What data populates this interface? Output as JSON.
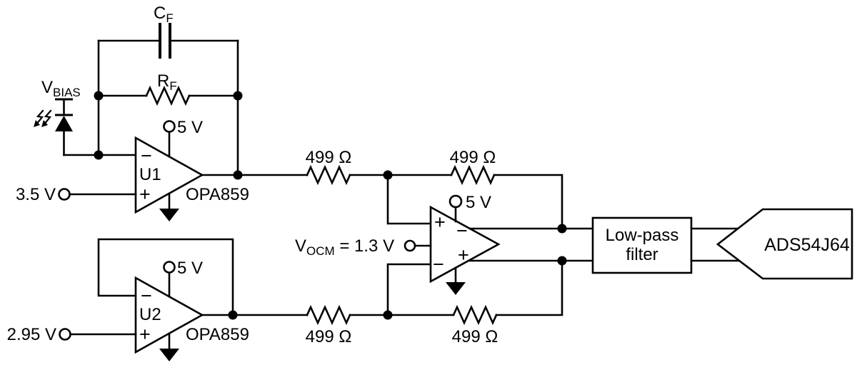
{
  "colors": {
    "ink": "#000000",
    "background": "#ffffff"
  },
  "feedback_network": {
    "cap_ref": "C",
    "cap_sub": "F",
    "res_ref": "R",
    "res_sub": "F"
  },
  "photodiode": {
    "bias_ref": "V",
    "bias_sub": "BIAS"
  },
  "u1": {
    "designator": "U1",
    "part": "OPA859",
    "supply": "5 V",
    "input_label": "3.5 V",
    "inv": "−",
    "noninv": "+"
  },
  "u2": {
    "designator": "U2",
    "part": "OPA859",
    "supply": "5 V",
    "input_label": "2.95 V",
    "inv": "−",
    "noninv": "+"
  },
  "fda": {
    "supply": "5 V",
    "vocm_ref": "V",
    "vocm_sub": "OCM",
    "vocm_value": " = 1.3 V",
    "in_pos": "+",
    "in_neg": "−",
    "out_neg": "−",
    "out_pos": "+"
  },
  "resistors": {
    "rg_top": "499 Ω",
    "rf_top": "499 Ω",
    "rg_bot": "499 Ω",
    "rf_bot": "499 Ω"
  },
  "lpf": {
    "line1": "Low-pass",
    "line2": "filter"
  },
  "adc": {
    "part": "ADS54J64"
  }
}
